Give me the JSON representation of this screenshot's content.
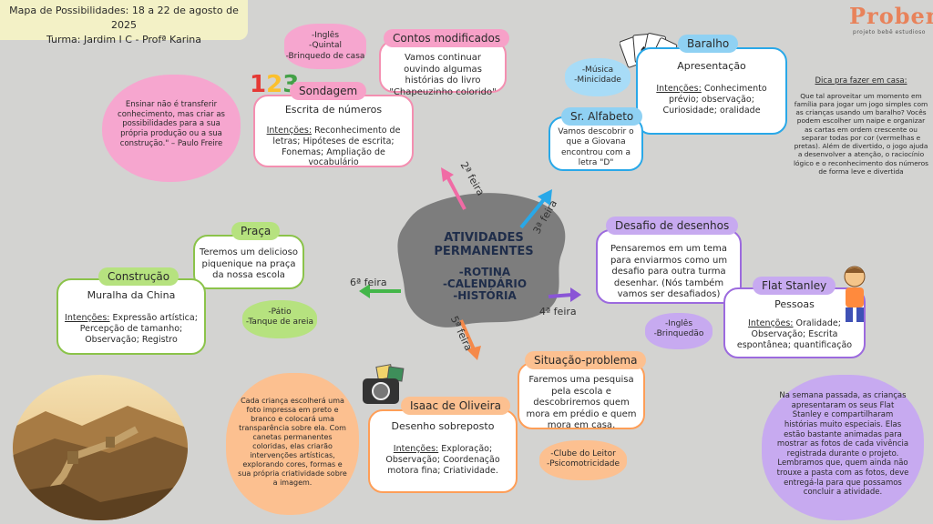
{
  "header": {
    "title": "Mapa de Possibilidades: 18 a 22 de agosto de 2025",
    "subtitle": "Turma: Jardim I C - Profª Karina"
  },
  "logo": {
    "name": "Proben",
    "tagline": "projeto bebê estudioso"
  },
  "center": {
    "title": "ATIVIDADES PERMANENTES",
    "items": [
      "-ROTINA",
      "-CALENDÁRIO",
      "-HISTÓRIA"
    ]
  },
  "days": {
    "segunda": "2ª feira",
    "terca": "3ª feira",
    "quarta": "4ª feira",
    "quinta": "5ª feira",
    "sexta": "6ª feira"
  },
  "quote": "Ensinar não é transferir conhecimento, mas criar as possibilidades para a sua própria produção ou a sua construção.\" – Paulo Freire",
  "sondagem": {
    "tag": "Sondagem",
    "title": "Escrita de números",
    "int_label": "Intenções:",
    "int_text": "Reconhecimento de letras; Hipóteses de escrita; Fonemas; Ampliação de vocabulário"
  },
  "segunda_notes": [
    "-Inglês",
    "-Quintal",
    "-Brinquedo de casa"
  ],
  "contos": {
    "tag": "Contos modificados",
    "text": "Vamos continuar ouvindo algumas histórias do livro \"Chapeuzinho colorido\""
  },
  "terca_notes": [
    "-Música",
    "-Minicidade"
  ],
  "baralho": {
    "tag": "Baralho",
    "title": "Apresentação",
    "int_label": "Intenções:",
    "int_text": "Conhecimento prévio; observação; Curiosidade; oralidade"
  },
  "alfabeto": {
    "tag": "Sr. Alfabeto",
    "text": "Vamos descobrir o que a Giovana encontrou com a letra \"D\""
  },
  "dica": {
    "title": "Dica pra fazer em casa:",
    "text": "Que tal aproveitar um momento em família para jogar um jogo simples com as crianças usando um baralho? Vocês podem escolher um naipe e organizar as cartas em ordem crescente ou separar todas por cor (vermelhas e pretas). Além de divertido, o jogo ajuda a desenvolver a atenção, o raciocínio lógico e o reconhecimento dos números de forma leve e divertida"
  },
  "desafio": {
    "tag": "Desafio de desenhos",
    "text": "Pensaremos em um tema para enviarmos como um desafio para outra turma desenhar. (Nós também vamos ser desafiados)"
  },
  "flat": {
    "tag": "Flat Stanley",
    "title": "Pessoas",
    "int_label": "Intenções:",
    "int_text": "Oralidade; Observação; Escrita espontânea; quantificação"
  },
  "quarta_notes": [
    "-Inglês",
    "-Brinquedão"
  ],
  "semana": "Na semana passada, as crianças apresentaram os seus Flat Stanley e compartilharam histórias muito especiais. Elas estão bastante animadas para mostrar as fotos de cada vivência registrada durante o projeto. Lembramos que, quem ainda não trouxe a pasta com as fotos, deve entregá-la para que possamos concluir a atividade.",
  "situacao": {
    "tag": "Situação-problema",
    "text": "Faremos uma pesquisa pela escola e descobriremos quem mora em prédio e quem mora em casa."
  },
  "quinta_notes": [
    "-Clube do Leitor",
    "-Psicomotricidade"
  ],
  "isaac": {
    "tag": "Isaac de Oliveira",
    "title": "Desenho sobreposto",
    "int_label": "Intenções:",
    "int_text": "Exploração; Observação; Coordenação motora fina; Criatividade."
  },
  "isaac_note": "Cada criança escolherá uma foto impressa em preto e branco e colocará uma transparência sobre ela. Com canetas permanentes coloridas, elas criarão intervenções artísticas, explorando cores, formas e sua própria criatividade sobre a imagem.",
  "praca": {
    "tag": "Praça",
    "text": "Teremos um delicioso piquenique na praça da nossa escola"
  },
  "construcao": {
    "tag": "Construção",
    "title": "Muralha da China",
    "int_label": "Intenções:",
    "int_text": "Expressão artística; Percepção de tamanho; Observação; Registro"
  },
  "sexta_notes": [
    "-Pátio",
    "-Tanque de areia"
  ],
  "colors": {
    "background": "#d3d3d1",
    "center": "#7d7d7d",
    "green": "#8bc34a",
    "pink": "#f48fb1",
    "blue": "#4fc3f7",
    "purple": "#9c6ade",
    "orange": "#ff9e57"
  }
}
